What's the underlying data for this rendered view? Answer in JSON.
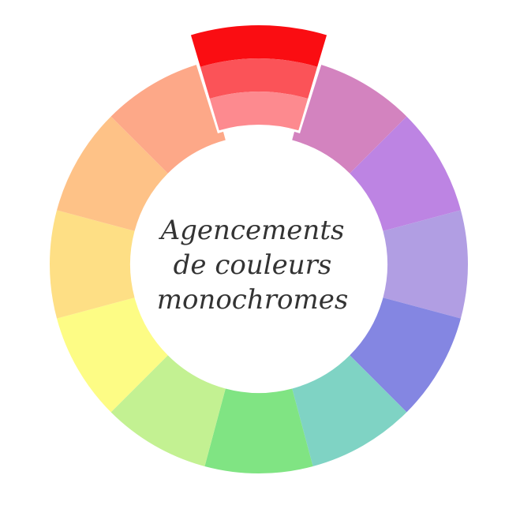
{
  "title_lines": [
    "Agencements",
    "de couleurs",
    "monochromes"
  ],
  "wheel": {
    "segments": [
      {
        "name": "red",
        "shades": [
          "#fa0d12",
          "#fb5358",
          "#fd8a8f"
        ],
        "highlighted": true
      },
      {
        "name": "red-violet",
        "color": "#d383bf"
      },
      {
        "name": "violet",
        "color": "#bd84e3"
      },
      {
        "name": "blue-violet",
        "color": "#b19ee3"
      },
      {
        "name": "blue",
        "color": "#8486e2"
      },
      {
        "name": "blue-green",
        "color": "#7fd3c4"
      },
      {
        "name": "green",
        "color": "#80e483"
      },
      {
        "name": "yellow-green",
        "color": "#c3f192"
      },
      {
        "name": "yellow",
        "color": "#fdfc85"
      },
      {
        "name": "yellow-orange",
        "color": "#fedf85"
      },
      {
        "name": "orange",
        "color": "#fec287"
      },
      {
        "name": "red-orange",
        "color": "#fda888"
      }
    ]
  }
}
